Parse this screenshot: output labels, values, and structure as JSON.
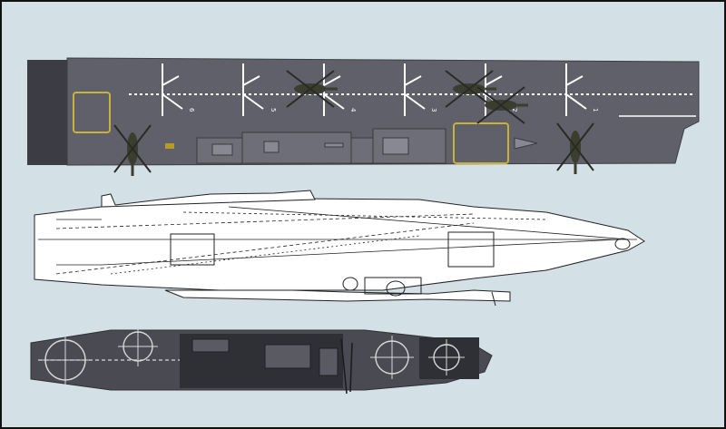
{
  "background_color": "#d3e0e6",
  "frame_color": "#111111",
  "top_ship": {
    "deck_color": "#5f6069",
    "deck_edge_color": "#3c3d44",
    "marking_color": "#ffffff",
    "pad_outline_color": "#c9b13a",
    "spot_numbers": [
      "6",
      "5",
      "4",
      "3",
      "2",
      "1"
    ],
    "helicopter_icon": "helicopter-icon",
    "helicopter_count": 5
  },
  "middle_ship": {
    "fill_color": "#ffffff",
    "line_color": "#222222"
  },
  "bottom_ship": {
    "deck_color": "#4a4b52",
    "dark_color": "#2f3036",
    "marking_color": "#d8d8d8",
    "pad_count": 4
  }
}
